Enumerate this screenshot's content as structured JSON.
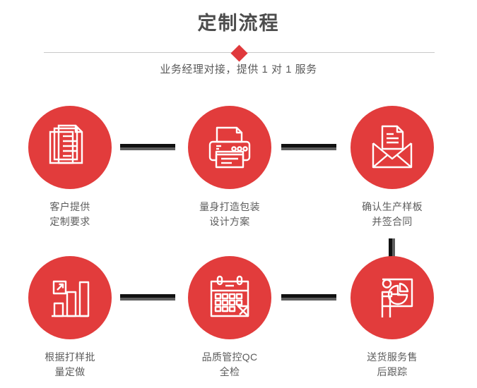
{
  "header": {
    "title": "定制流程",
    "subtitle": "业务经理对接，提供 1 对 1 服务",
    "diamond_color": "#e0393c",
    "divider_color": "#c9c9c9",
    "title_color": "#4d4d4d"
  },
  "theme": {
    "accent_red": "#e23c3c",
    "connector_dark": "#111111",
    "connector_gray": "#5e5e5e",
    "label_color": "#5c5c5c",
    "background": "#ffffff"
  },
  "steps": [
    {
      "index": 1,
      "icon": "documents-stack-icon",
      "label": "客户提供\n定制要求"
    },
    {
      "index": 2,
      "icon": "printer-icon",
      "label": "量身打造包装\n设计方案"
    },
    {
      "index": 3,
      "icon": "envelope-document-icon",
      "label": "确认生产样板\n并签合同"
    },
    {
      "index": 4,
      "icon": "bar-chart-growth-icon",
      "label": "根据打样批\n量定做"
    },
    {
      "index": 5,
      "icon": "calendar-icon",
      "label": "品质管控QC\n全检"
    },
    {
      "index": 6,
      "icon": "presenter-pie-chart-icon",
      "label": "送货服务售\n后跟踪"
    }
  ],
  "connectors": [
    {
      "name": "connector-step1-step2",
      "orientation": "horizontal"
    },
    {
      "name": "connector-step2-step3",
      "orientation": "horizontal"
    },
    {
      "name": "connector-step3-step6",
      "orientation": "vertical"
    },
    {
      "name": "connector-step4-step5",
      "orientation": "horizontal"
    },
    {
      "name": "connector-step5-step6",
      "orientation": "horizontal"
    }
  ]
}
